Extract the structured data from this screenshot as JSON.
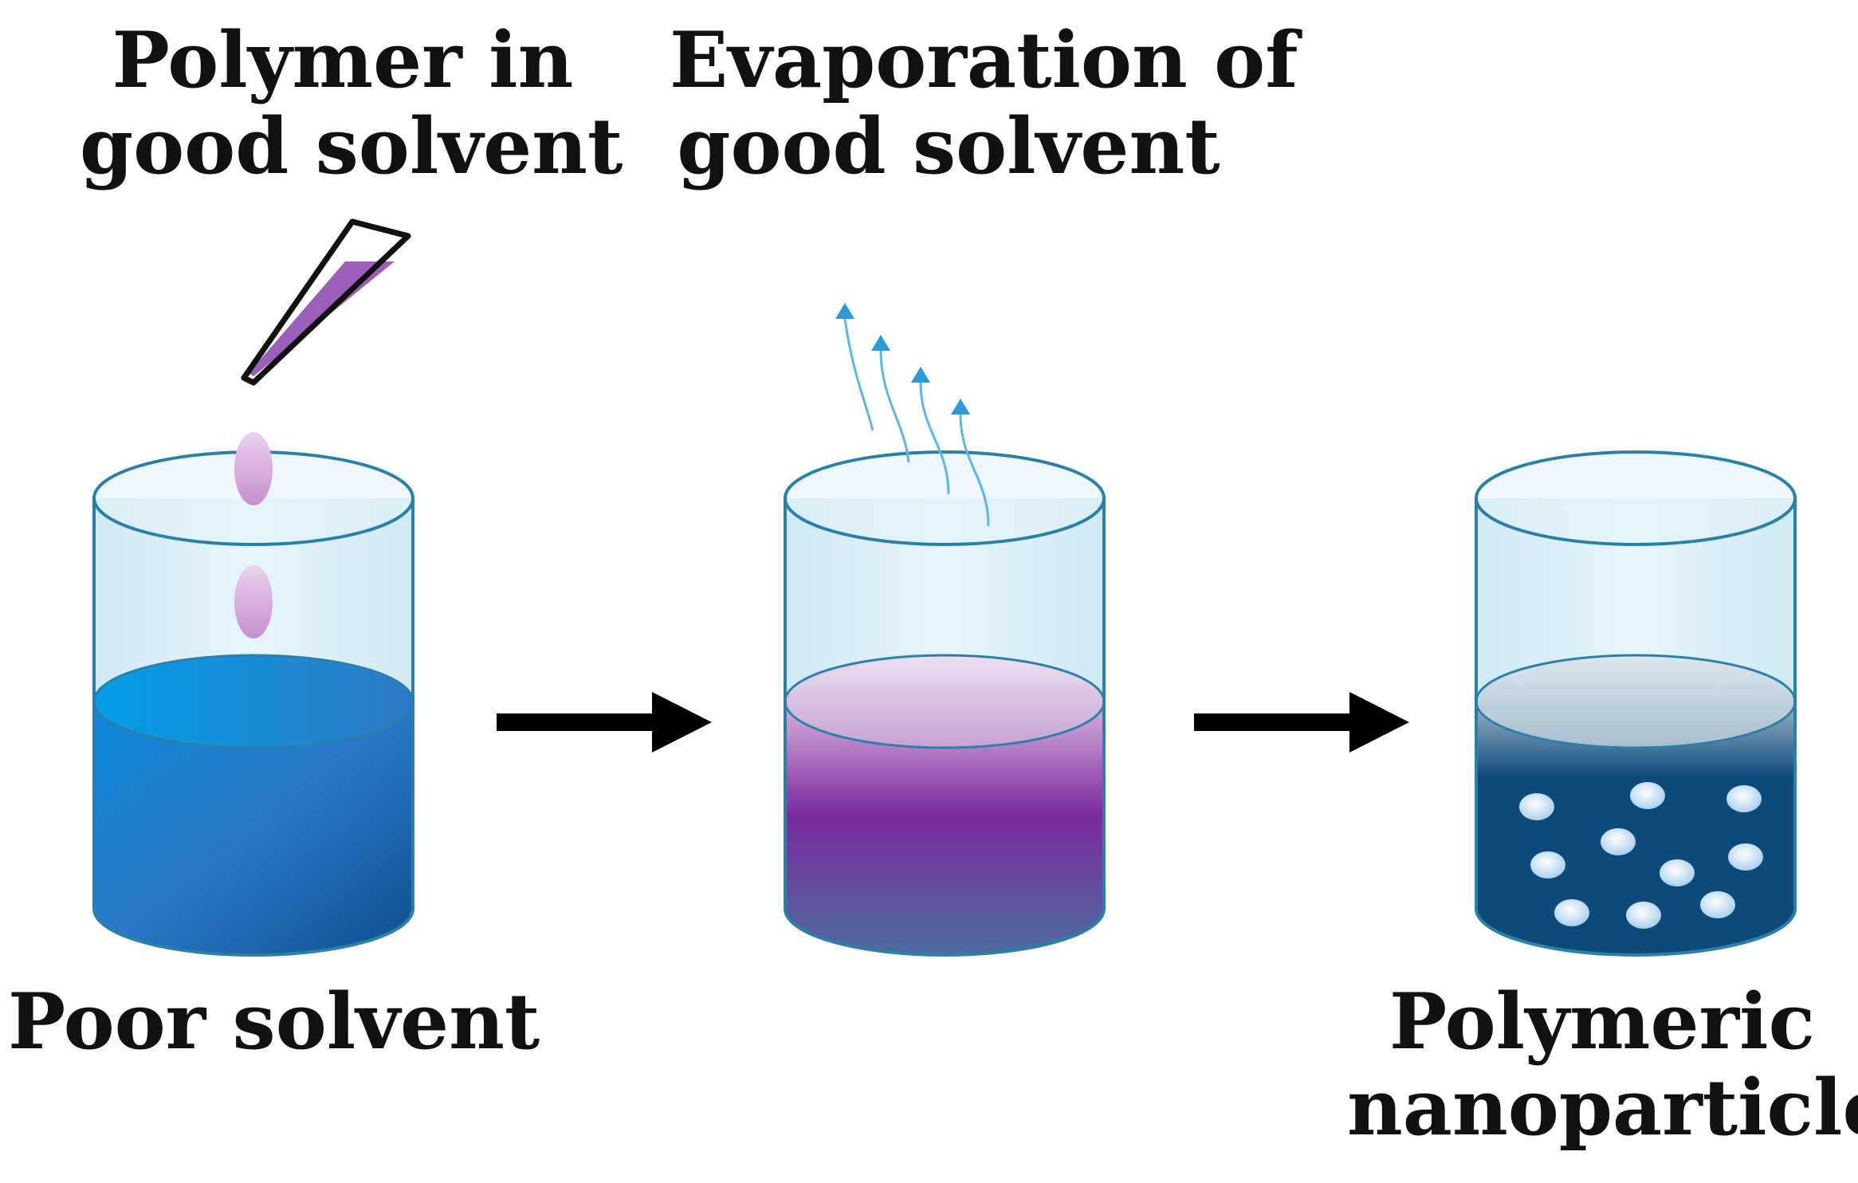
{
  "labels": {
    "polymer_in_good_solvent": [
      "Polymer in",
      "good solvent"
    ],
    "evaporation_of_good_solvent": [
      "Evaporation of",
      "good solvent"
    ],
    "poor_solvent": [
      "Poor solvent"
    ],
    "polymeric_nanoparticles": [
      "Polymeric",
      "nanoparticles"
    ]
  },
  "colors": {
    "beaker_outline": "#2b80a8",
    "beaker_glass": "#d3ecf6",
    "poor_solvent_blue": "#1b74c9",
    "polymer_purple": "#7b2a9c",
    "polymer_drop": "#d7b0de",
    "nanoparticle_liquid": "#0d4a7a",
    "nanoparticle": "#d9ecfb",
    "vapor_arrow": "#2c9ad6",
    "process_arrow": "#000000"
  },
  "icons": {
    "pipette": "pipette-icon",
    "droplet": "droplet-icon",
    "vapor": "vapor-arrow-icon",
    "process": "arrow-right-icon"
  }
}
